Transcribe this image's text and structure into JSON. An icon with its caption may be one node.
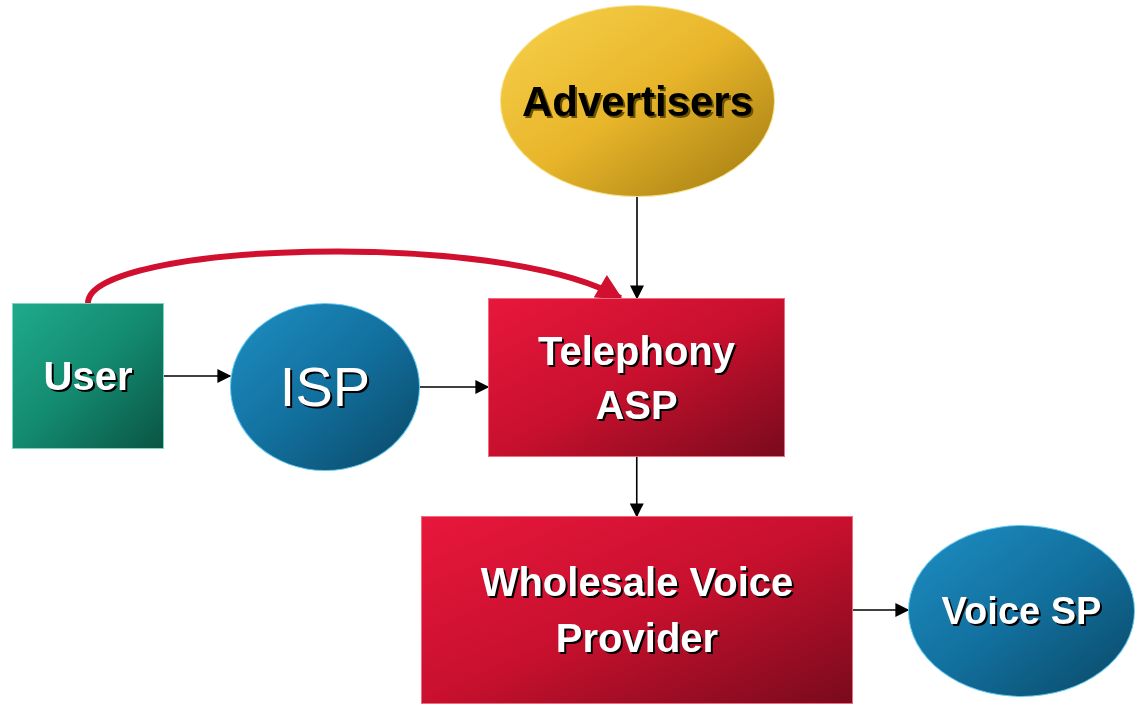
{
  "diagram": {
    "nodes": [
      {
        "text": [
          "Advertisers"
        ]
      },
      {
        "text": [
          "User"
        ]
      },
      {
        "text": [
          "ISP"
        ]
      },
      {
        "text": [
          "Telephony ASP"
        ]
      },
      {
        "text": [
          "Wholesale Voice Provider"
        ]
      },
      {
        "text": [
          "Voice SP"
        ]
      }
    ],
    "edges": [
      {
        "from": 1,
        "to": 2,
        "arrow": "to"
      },
      {
        "from": 2,
        "to": 3,
        "arrow": "to"
      },
      {
        "from": 0,
        "to": 3,
        "arrow": "to"
      },
      {
        "from": 3,
        "to": 4,
        "arrow": "to"
      },
      {
        "from": 4,
        "to": 5,
        "arrow": "to"
      },
      {
        "from": 1,
        "to": 3,
        "arrow": "to",
        "style": "thick",
        "color": "#d0102e"
      }
    ]
  }
}
